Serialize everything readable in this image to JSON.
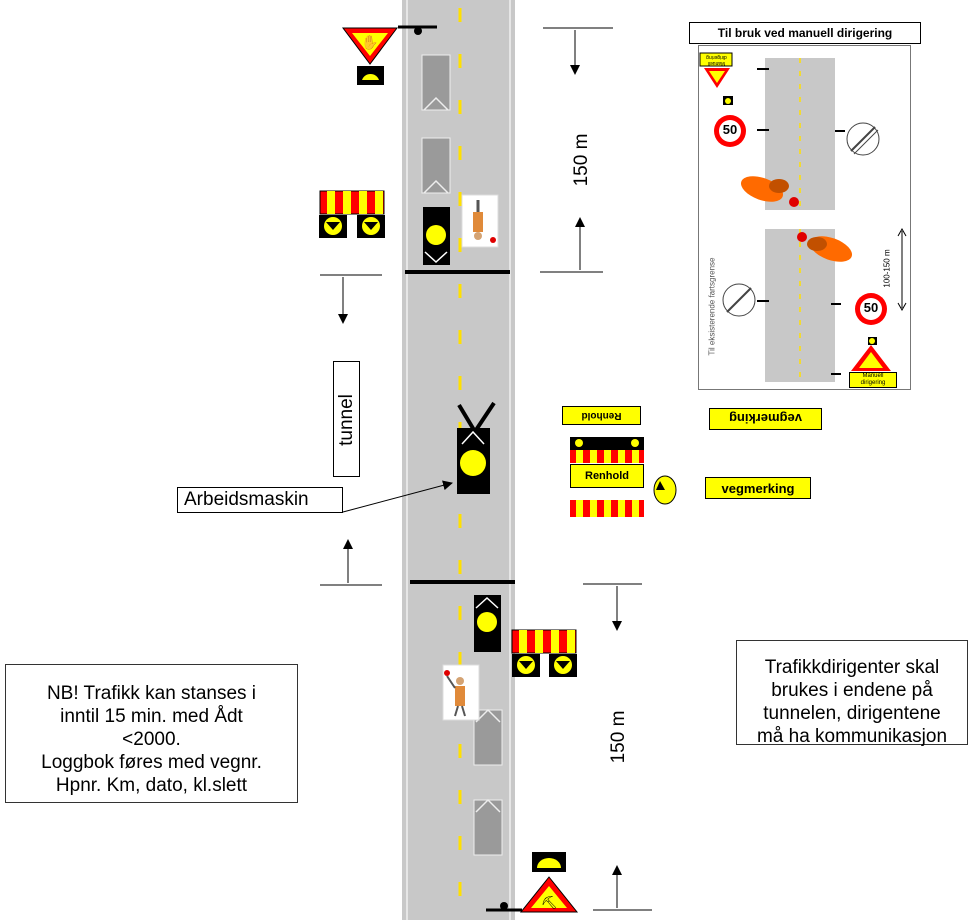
{
  "distances": {
    "top": "150 m",
    "bottom": "150 m"
  },
  "labels": {
    "tunnel": "tunnel",
    "machine": "Arbeidsmaskin",
    "renhold_flipped": "Renhold",
    "renhold": "Renhold",
    "vegmerking_flipped": "vegmerking",
    "vegmerking": "vegmerking"
  },
  "notes": {
    "nb_lines": [
      "NB!  Trafikk kan stanses i",
      "inntil 15 min. med Ådt",
      "<2000.",
      "Loggbok føres med vegnr.",
      "Hpnr. Km, dato, kl.slett"
    ],
    "dirigent_lines": [
      "Trafikkdirigenter skal",
      "brukes i endene på",
      "tunnelen, dirigentene",
      "må ha kommunikasjon"
    ]
  },
  "inset": {
    "title": "Til bruk ved manuell dirigering",
    "speed_limit": "50",
    "manual_sign_top": "Manuell dirigering",
    "manual_sign_bottom": [
      "Manuell",
      "dirigering"
    ],
    "side_distance": "100-150 m",
    "vertical_text": "Til eksisterende fartsgrense"
  },
  "colors": {
    "road": "#c8c8c8",
    "lane_mark": "#ffe000",
    "sign_red": "#e00000",
    "sign_yellow": "#ffff00",
    "worker_orange": "#ff6a00"
  }
}
